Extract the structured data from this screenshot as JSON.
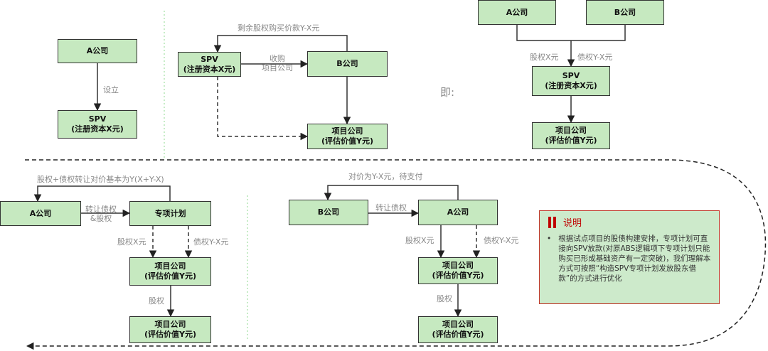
{
  "panel1": {
    "a": "A公司",
    "spv_line1": "SPV",
    "spv_line2": "(注册资本X元)",
    "edge_label": "设立"
  },
  "panel2": {
    "spv_line1": "SPV",
    "spv_line2": "(注册资本X元)",
    "b": "B公司",
    "proj_line1": "项目公司",
    "proj_line2": "(评估价值Y元)",
    "edge_top": "剩余股权购买价款Y-X元",
    "edge_acquire_1": "收购",
    "edge_acquire_2": "项目公司"
  },
  "equals": "即:",
  "panel3": {
    "a": "A公司",
    "b": "B公司",
    "equity": "股权X元",
    "debt": "债权Y-X元",
    "spv_line1": "SPV",
    "spv_line2": "(注册资本X元)",
    "proj_line1": "项目公司",
    "proj_line2": "(评估价值Y元)"
  },
  "panel4": {
    "top_label": "股权+债权转让对价基本为Y(X+Y-X)",
    "a": "A公司",
    "plan": "专项计划",
    "transfer_1": "转让债权",
    "transfer_2": "&股权",
    "equity": "股权X元",
    "debt": "债权Y-X元",
    "proj_line1": "项目公司",
    "proj_line2": "(评估价值Y元)",
    "equity2": "股权",
    "proj2_line1": "项目公司",
    "proj2_line2": "(评估价值Y元)"
  },
  "panel5": {
    "top_label": "对价为Y-X元，待支付",
    "b": "B公司",
    "a": "A公司",
    "transfer": "转让债权",
    "equity": "股权X元",
    "debt": "债权Y-X元",
    "proj_line1": "项目公司",
    "proj_line2": "(评估价值Y元)",
    "equity2": "股权",
    "proj2_line1": "项目公司",
    "proj2_line2": "(评估价值Y元)"
  },
  "note": {
    "title": "说明",
    "bullet": "•",
    "text": "根据试点项目的股债构建安排，专项计划可直接向SPV放款(对原ABS逻辑项下专项计划只能购买已形成基础资产有一定突破)，我们理解本方式可按照“构造SPV专项计划发放股东借款”的方式进行优化"
  },
  "colors": {
    "box_fill": "#c6e9c0",
    "note_border": "#c00000",
    "note_fill": "#cdeacb"
  }
}
